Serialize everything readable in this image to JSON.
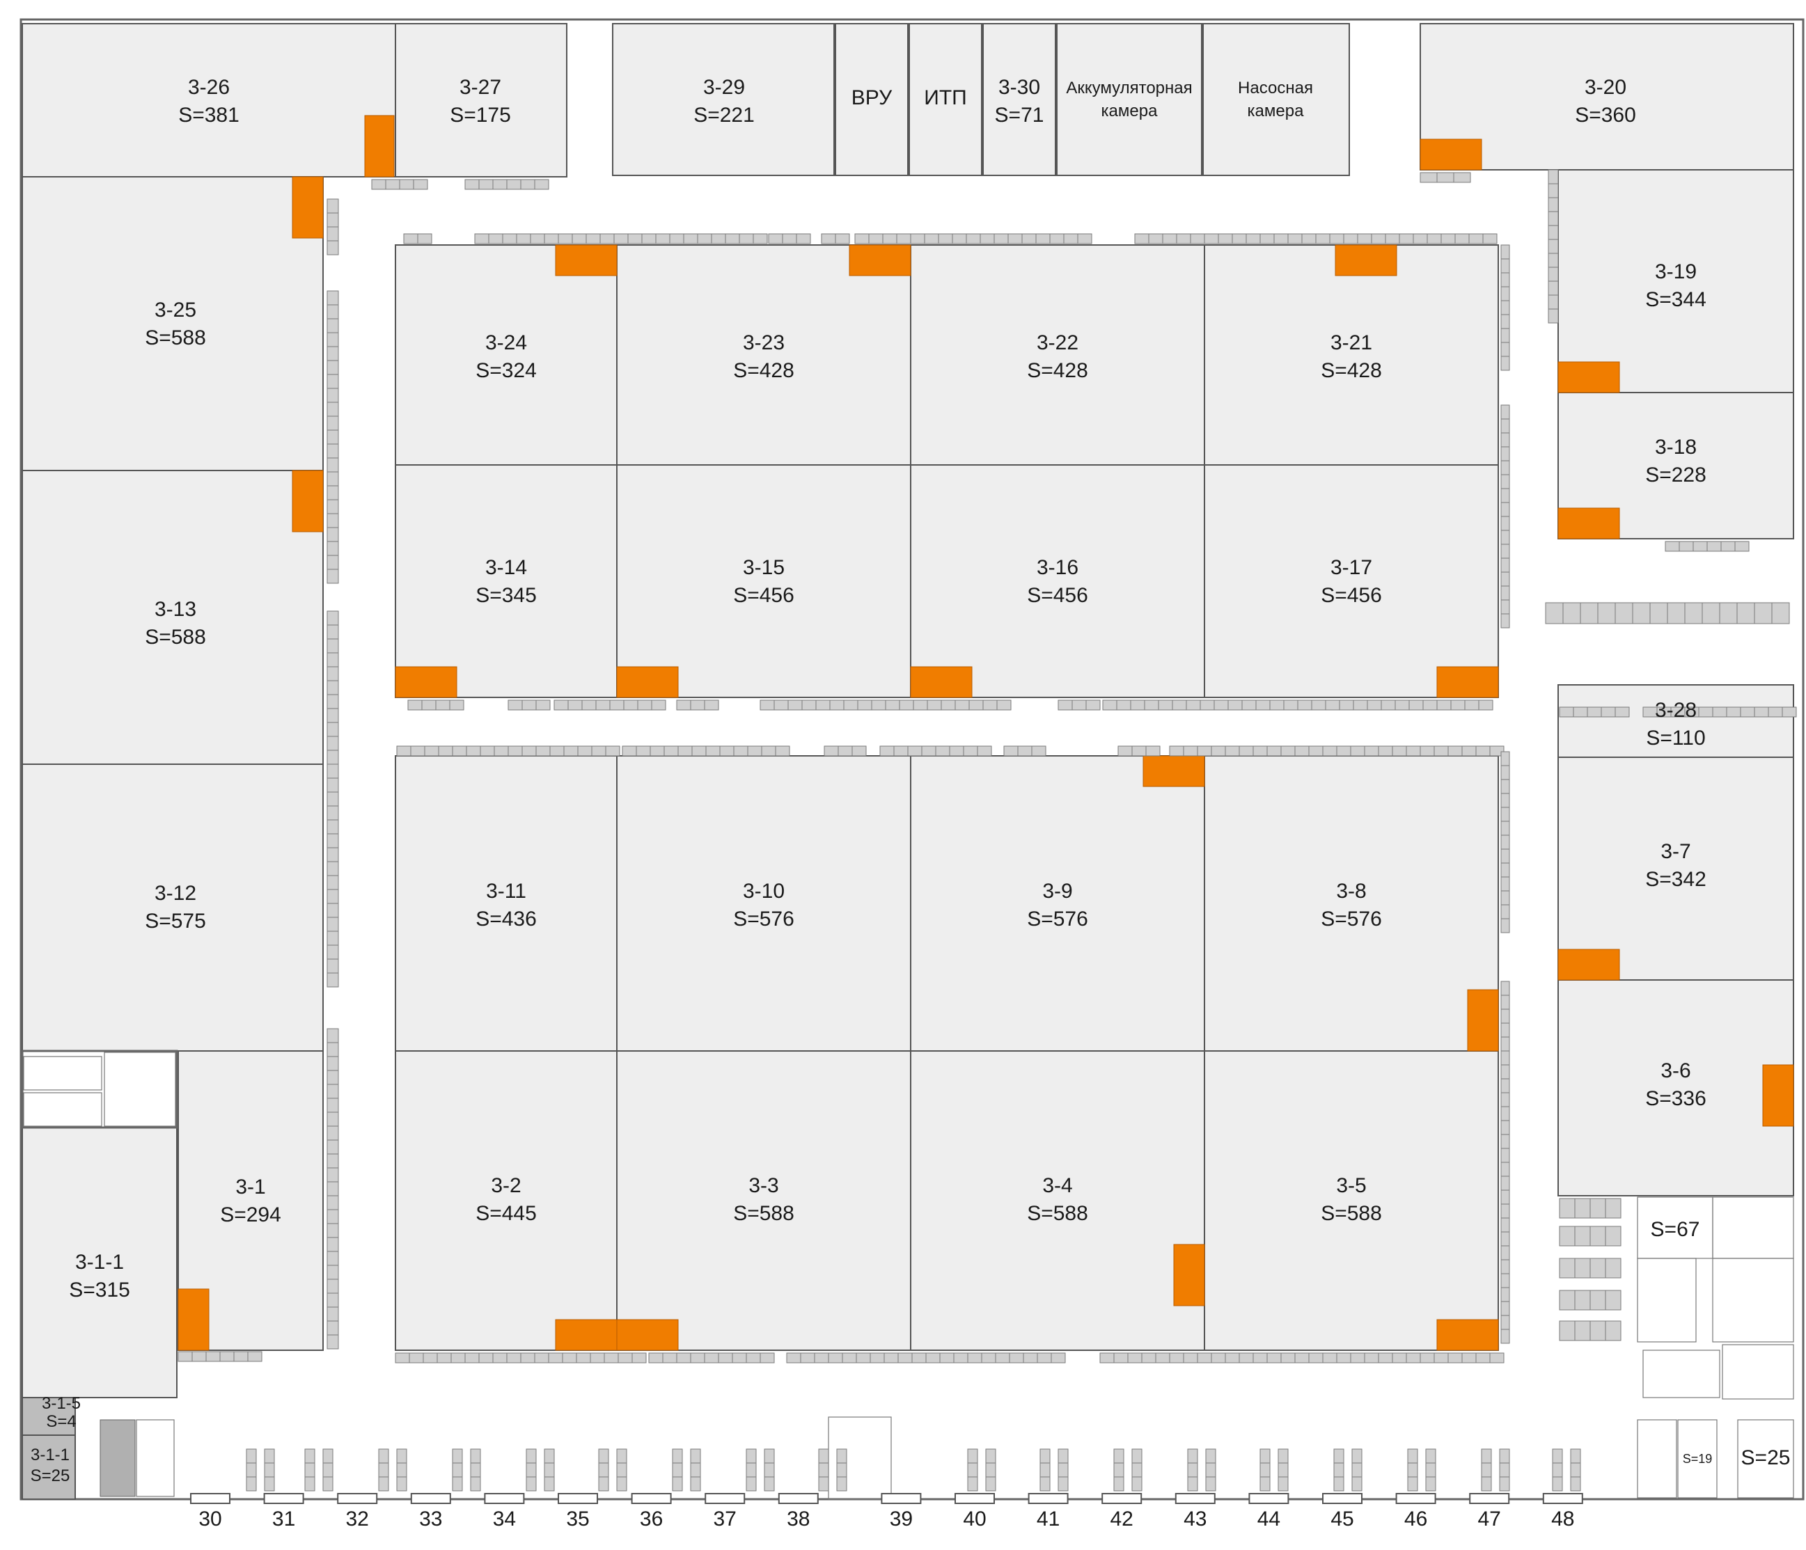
{
  "rooms": [
    {
      "id": "3-26",
      "area": "S=381"
    },
    {
      "id": "3-27",
      "area": "S=175"
    },
    {
      "id": "3-29",
      "area": "S=221"
    },
    {
      "id": "vru",
      "name": "ВРУ"
    },
    {
      "id": "itp",
      "name": "ИТП"
    },
    {
      "id": "3-30",
      "area": "S=71"
    },
    {
      "id": "accum",
      "name1": "Аккумуляторная",
      "name2": "камера"
    },
    {
      "id": "pump",
      "name1": "Насосная",
      "name2": "камера"
    },
    {
      "id": "3-20",
      "area": "S=360"
    },
    {
      "id": "3-25",
      "area": "S=588"
    },
    {
      "id": "3-24",
      "area": "S=324"
    },
    {
      "id": "3-23",
      "area": "S=428"
    },
    {
      "id": "3-22",
      "area": "S=428"
    },
    {
      "id": "3-21",
      "area": "S=428"
    },
    {
      "id": "3-19",
      "area": "S=344"
    },
    {
      "id": "3-18",
      "area": "S=228"
    },
    {
      "id": "3-13",
      "area": "S=588"
    },
    {
      "id": "3-14",
      "area": "S=345"
    },
    {
      "id": "3-15",
      "area": "S=456"
    },
    {
      "id": "3-16",
      "area": "S=456"
    },
    {
      "id": "3-17",
      "area": "S=456"
    },
    {
      "id": "3-28",
      "area": "S=110"
    },
    {
      "id": "3-12",
      "area": "S=575"
    },
    {
      "id": "3-11",
      "area": "S=436"
    },
    {
      "id": "3-10",
      "area": "S=576"
    },
    {
      "id": "3-9",
      "area": "S=576"
    },
    {
      "id": "3-8",
      "area": "S=576"
    },
    {
      "id": "3-7",
      "area": "S=342"
    },
    {
      "id": "3-6",
      "area": "S=336"
    },
    {
      "id": "3-1",
      "area": "S=294"
    },
    {
      "id": "3-1-1",
      "area": "S=315"
    },
    {
      "id": "3-2",
      "area": "S=445"
    },
    {
      "id": "3-3",
      "area": "S=588"
    },
    {
      "id": "3-4",
      "area": "S=588"
    },
    {
      "id": "3-5",
      "area": "S=588"
    },
    {
      "id": "3-1-5",
      "area": "S=4"
    },
    {
      "id": "3-1-1",
      "area": "S=25"
    }
  ],
  "small_areas": {
    "s67": "S=67",
    "s19": "S=19",
    "s25": "S=25"
  },
  "gates": [
    "30",
    "31",
    "32",
    "33",
    "34",
    "35",
    "36",
    "37",
    "38",
    "39",
    "40",
    "41",
    "42",
    "43",
    "44",
    "45",
    "46",
    "47",
    "48"
  ],
  "colors": {
    "room_fill": "#eeeeee",
    "highlight": "#f07d00",
    "cell": "#d0d0d0"
  }
}
